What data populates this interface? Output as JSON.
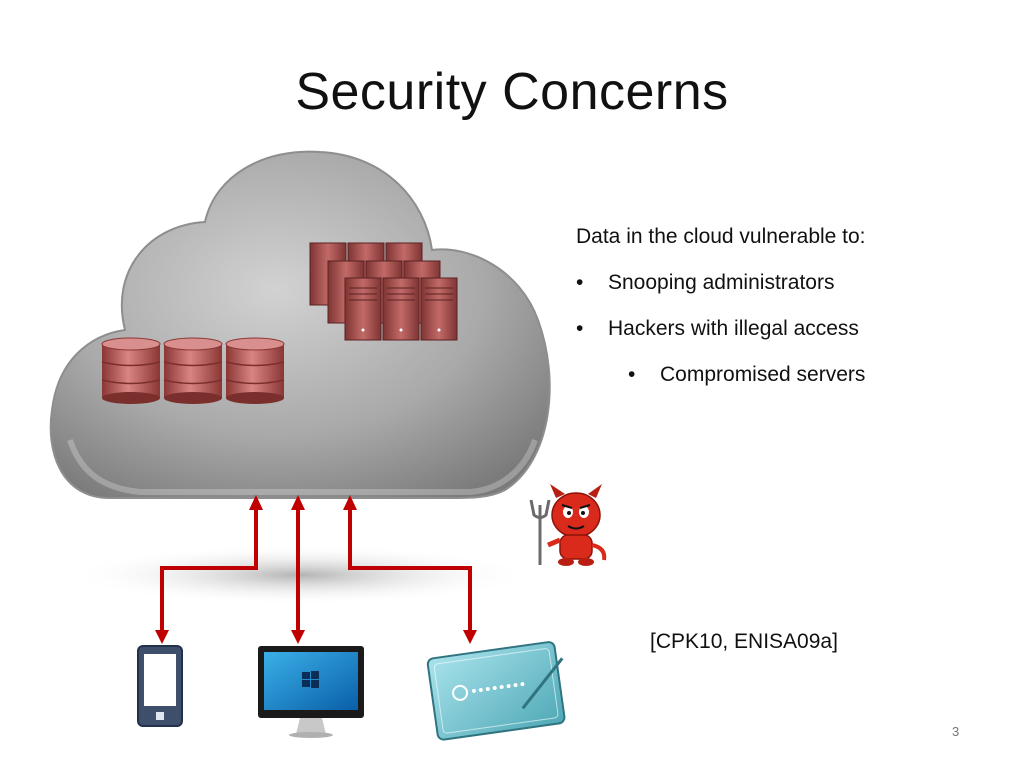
{
  "slide": {
    "title": "Security Concerns",
    "intro": "Data in the cloud vulnerable to:",
    "bullets": [
      "Snooping administrators",
      "Hackers with illegal access"
    ],
    "sub_bullets": [
      "Compromised servers"
    ],
    "bullet_char": "•",
    "citation": "[CPK10, ENISA09a]",
    "page_number": "3"
  },
  "icons": {
    "cloud": "cloud-icon",
    "database": "database-cylinder-icon",
    "server": "server-rack-icon",
    "phone": "smartphone-icon",
    "monitor": "desktop-monitor-icon",
    "tablet": "tablet-icon",
    "devil": "devil-hacker-icon"
  },
  "colors": {
    "arrow": "#c00000",
    "storage": "#b85a58",
    "cloud": "#a7a7a7",
    "devil": "#d92a1c"
  }
}
